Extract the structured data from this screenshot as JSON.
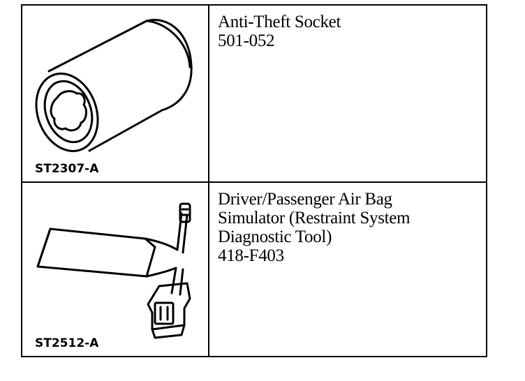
{
  "tools": [
    {
      "illustration_code": "ST2307-A",
      "icon": "socket-icon",
      "description_lines": [
        "Anti-Theft Socket",
        "501-052"
      ]
    },
    {
      "illustration_code": "ST2512-A",
      "icon": "air-bag-simulator-icon",
      "description_lines": [
        "Driver/Passenger Air Bag",
        "Simulator (Restraint System",
        "Diagnostic Tool)",
        "418-F403"
      ]
    }
  ]
}
